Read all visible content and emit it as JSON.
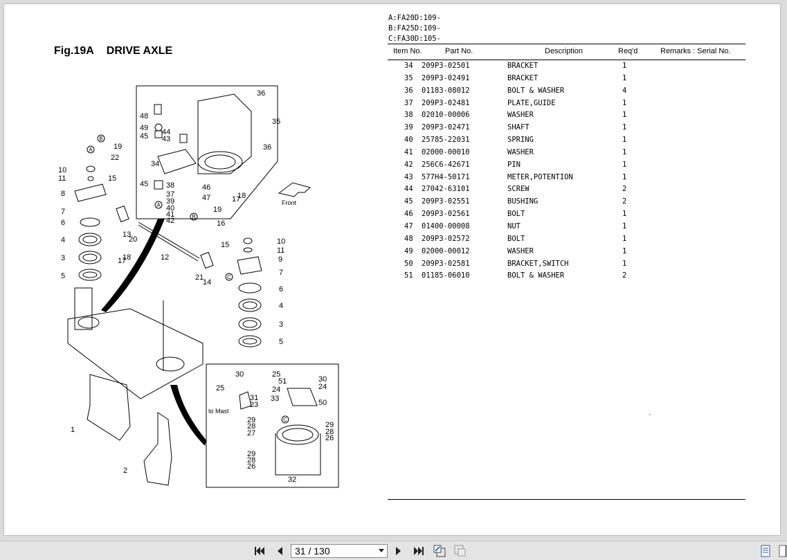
{
  "figure": {
    "number": "Fig.19A",
    "name": "DRIVE AXLE"
  },
  "model_codes": [
    "A:FA20D:109-",
    "B:FA25D:109-",
    "C:FA30D:105-"
  ],
  "table": {
    "headers": {
      "item_no": "Item No.",
      "part_no": "Part No.",
      "description": "Description",
      "reqd": "Req'd",
      "remarks": "Remarks : Serial No."
    },
    "rows": [
      {
        "item": "34",
        "part": "209P3-02501",
        "desc": "BRACKET",
        "qty": "1"
      },
      {
        "item": "35",
        "part": "209P3-02491",
        "desc": "BRACKET",
        "qty": "1"
      },
      {
        "item": "36",
        "part": "01183-08012",
        "desc": "BOLT & WASHER",
        "qty": "4"
      },
      {
        "item": "37",
        "part": "209P3-02481",
        "desc": "PLATE,GUIDE",
        "qty": "1"
      },
      {
        "item": "38",
        "part": "02010-00006",
        "desc": "WASHER",
        "qty": "1"
      },
      {
        "item": "39",
        "part": "209P3-02471",
        "desc": "SHAFT",
        "qty": "1"
      },
      {
        "item": "40",
        "part": "25785-22031",
        "desc": "SPRING",
        "qty": "1"
      },
      {
        "item": "41",
        "part": "02000-00010",
        "desc": "WASHER",
        "qty": "1"
      },
      {
        "item": "42",
        "part": "256C6-42671",
        "desc": "PIN",
        "qty": "1"
      },
      {
        "item": "43",
        "part": "577H4-50171",
        "desc": "METER,POTENTION",
        "qty": "1"
      },
      {
        "item": "44",
        "part": "27042-63101",
        "desc": "SCREW",
        "qty": "2"
      },
      {
        "item": "45",
        "part": "209P3-02551",
        "desc": "BUSHING",
        "qty": "2"
      },
      {
        "item": "46",
        "part": "209P3-02561",
        "desc": "BOLT",
        "qty": "1"
      },
      {
        "item": "47",
        "part": "01400-00008",
        "desc": "NUT",
        "qty": "1"
      },
      {
        "item": "48",
        "part": "209P3-02572",
        "desc": "BOLT",
        "qty": "1"
      },
      {
        "item": "49",
        "part": "02000-00012",
        "desc": "WASHER",
        "qty": "1"
      },
      {
        "item": "50",
        "part": "209P3-02581",
        "desc": "BRACKET,SWITCH",
        "qty": "1"
      },
      {
        "item": "51",
        "part": "01185-06010",
        "desc": "BOLT & WASHER",
        "qty": "2"
      }
    ]
  },
  "diagram": {
    "front_label": "Front",
    "to_mast_label": "to Mast",
    "callouts": [
      "36",
      "35",
      "36",
      "48",
      "49",
      "45",
      "44",
      "43",
      "34",
      "45",
      "38",
      "37",
      "39",
      "40",
      "41",
      "42",
      "46",
      "47",
      "19",
      "22",
      "10",
      "11",
      "15",
      "8",
      "7",
      "6",
      "4",
      "3",
      "5",
      "13",
      "20",
      "17",
      "18",
      "12",
      "21",
      "14",
      "16",
      "15",
      "10",
      "11",
      "9",
      "7",
      "6",
      "4",
      "3",
      "5",
      "1",
      "2",
      "30",
      "25",
      "25",
      "51",
      "30",
      "24",
      "31",
      "23",
      "33",
      "50",
      "29",
      "28",
      "27",
      "29",
      "28",
      "26",
      "29",
      "28",
      "26",
      "32",
      "17",
      "18",
      "19"
    ],
    "circle_letters": [
      "A",
      "B",
      "A",
      "B",
      "C",
      "C"
    ]
  },
  "viewer": {
    "page_indicator": "31 / 130",
    "icons": [
      "first-page-icon",
      "previous-page-icon",
      "next-page-icon",
      "last-page-icon",
      "go-back-icon",
      "go-forward-icon",
      "single-page-view-icon",
      "two-page-view-icon"
    ]
  }
}
